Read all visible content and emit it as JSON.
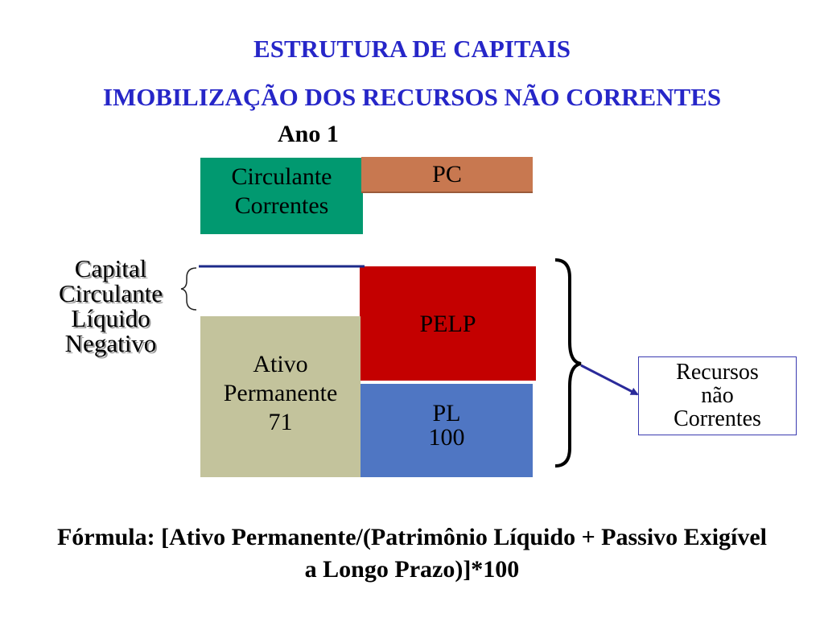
{
  "title_line1": "ESTRUTURA DE CAPITAIS",
  "title_line2": "IMOBILIZAÇÃO DOS RECURSOS NÃO CORRENTES",
  "year_label": "Ano 1",
  "blocks": {
    "circulante": {
      "lines": [
        "Circulante",
        "Correntes"
      ],
      "color": "#019970"
    },
    "pc": {
      "label": "PC",
      "color": "#c87850"
    },
    "pelp": {
      "label": "PELP",
      "color": "#c40000"
    },
    "ativo_permanente": {
      "lines": [
        "Ativo",
        "Permanente",
        "71"
      ],
      "color": "#c3c39c"
    },
    "pl": {
      "lines": [
        "PL",
        "100"
      ],
      "color": "#4f76c3"
    }
  },
  "side_label": {
    "lines": [
      "Capital",
      "Circulante",
      "Líquido",
      "Negativo"
    ]
  },
  "callout": {
    "lines": [
      "Recursos",
      "não",
      "Correntes"
    ]
  },
  "formula": {
    "line1": "Fórmula: [Ativo Permanente/(Patrimônio Líquido + Passivo Exigível",
    "line2": "a Longo Prazo)]*100"
  },
  "colors": {
    "title": "#2626c8",
    "arrow": "#2a2a9a"
  }
}
